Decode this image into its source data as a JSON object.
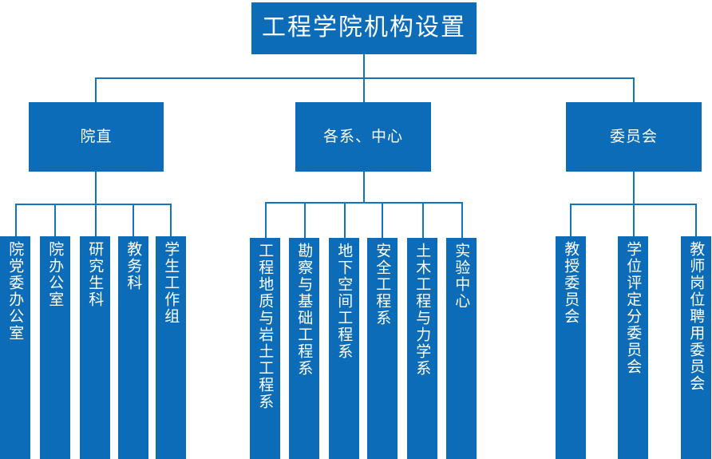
{
  "chart_data": {
    "type": "diagram",
    "title": "工程学院机构设置",
    "orientation": "top-down",
    "accent_color": "#0C6CB8",
    "line_color": "#1174BE",
    "text_color": "#FFFFFF",
    "background": "#FFFFFF",
    "levels": 3,
    "root": {
      "label": "工程学院机构设置",
      "children": [
        {
          "label": "院直",
          "children": [
            {
              "label": "院党委办公室"
            },
            {
              "label": "院办公室"
            },
            {
              "label": "研究生科"
            },
            {
              "label": "教务科"
            },
            {
              "label": "学生工作组"
            }
          ]
        },
        {
          "label": "各系、中心",
          "children": [
            {
              "label": "工程地质与岩土工程系"
            },
            {
              "label": "勘察与基础工程系"
            },
            {
              "label": "地下空间工程系"
            },
            {
              "label": "安全工程系"
            },
            {
              "label": "土木工程与力学系"
            },
            {
              "label": "实验中心"
            }
          ]
        },
        {
          "label": "委员会",
          "children": [
            {
              "label": "教授委员会"
            },
            {
              "label": "学位评定分委员会"
            },
            {
              "label": "教师岗位聘用委员会"
            }
          ]
        }
      ]
    }
  },
  "nodes": {
    "title": "工程学院机构设置",
    "branch_1": "院直",
    "branch_2": "各系、中心",
    "branch_3": "委员会",
    "g1": {
      "n0": "院党委办公室",
      "n1": "院办公室",
      "n2": "研究生科",
      "n3": "教务科",
      "n4": "学生工作组"
    },
    "g2": {
      "n0": "工程地质与岩土工程系",
      "n1": "勘察与基础工程系",
      "n2": "地下空间工程系",
      "n3": "安全工程系",
      "n4": "土木工程与力学系",
      "n5": "实验中心"
    },
    "g3": {
      "n0": "教授委员会",
      "n1": "学位评定分委员会",
      "n2": "教师岗位聘用委员会"
    }
  }
}
